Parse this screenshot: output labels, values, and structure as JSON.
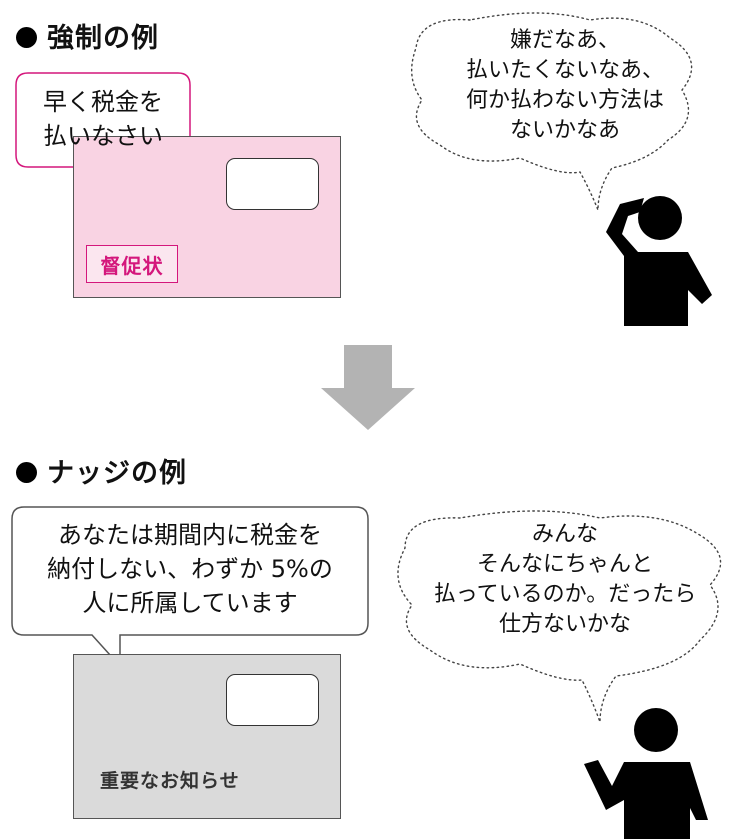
{
  "top": {
    "heading": "強制の例",
    "speech": [
      "早く税金を",
      "払いなさい"
    ],
    "stamp": "督促状",
    "thought": [
      "嫌だなあ、",
      "払いたくないなあ、",
      "何か払わない方法は",
      "ないかなあ"
    ]
  },
  "bottom": {
    "heading": "ナッジの例",
    "speech": [
      "あなたは期間内に税金を",
      "納付しない、わずか 5%の",
      "人に所属しています"
    ],
    "notice": "重要なお知らせ",
    "thought": [
      "みんな",
      "そんなにちゃんと",
      "払っているのか。だったら",
      "仕方ないかな"
    ]
  },
  "colors": {
    "pink_fill": "#f9d3e3",
    "pink_accent": "#d4177c",
    "gray_fill": "#dadada",
    "arrow": "#b3b3b3"
  }
}
